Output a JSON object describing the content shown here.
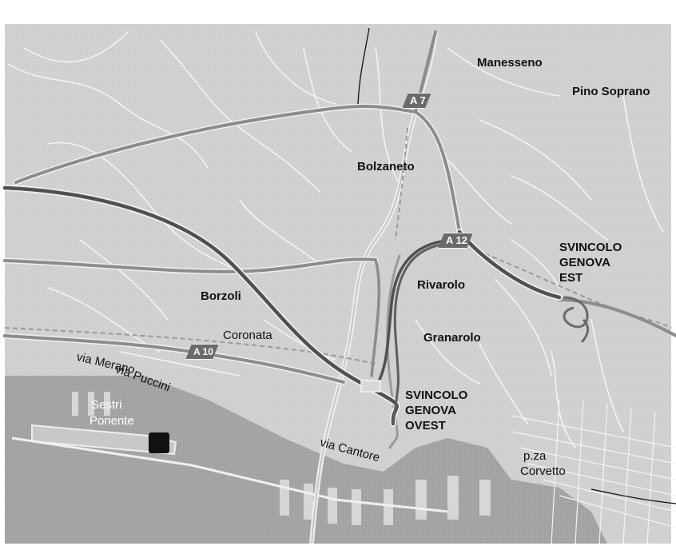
{
  "labels": {
    "manesseno": "Manesseno",
    "pino_soprano": "Pino Soprano",
    "bolzaneto": "Bolzaneto",
    "svincolo_est_1": "SVINCOLO",
    "svincolo_est_2": "GENOVA",
    "svincolo_est_3": "EST",
    "rivarolo": "Rivarolo",
    "borzoli": "Borzoli",
    "coronata": "Coronata",
    "granarolo": "Granarolo",
    "via_merano": "via Merano",
    "via_puccini": "via Puccini",
    "sestri_1": "Sestri",
    "sestri_2": "Ponente",
    "svincolo_ovest_1": "SVINCOLO",
    "svincolo_ovest_2": "GENOVA",
    "svincolo_ovest_3": "OVEST",
    "via_cantore": "via Cantore",
    "pza_1": "p.za",
    "pza_2": "Corvetto"
  },
  "shields": {
    "a7": "A 7",
    "a12": "A 12",
    "a10": "A 10"
  },
  "icons": {
    "airport": "airplane-icon"
  },
  "colors": {
    "terrain": "#d2d2d2",
    "sea": "#a3a3a3",
    "motorway_light": "#8c8c8c",
    "motorway_dark": "#505050",
    "shield": "#6a6a6a"
  }
}
